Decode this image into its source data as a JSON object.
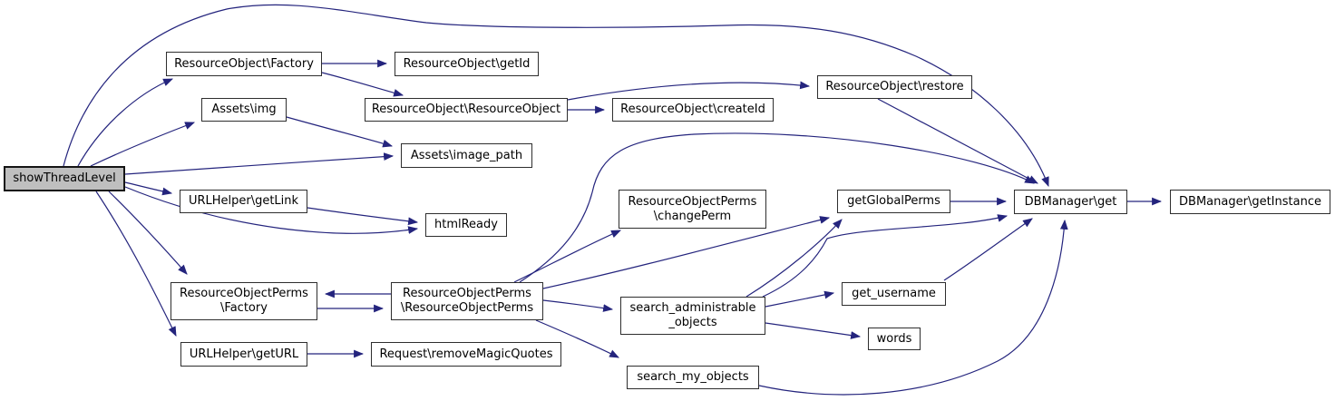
{
  "diagram": {
    "title": "showThreadLevel call graph",
    "type": "call-graph",
    "colors": {
      "edge": "#24247d",
      "node_fill": "#ffffff",
      "node_border": "#2e2e2e",
      "highlight_fill": "#bfbfbf",
      "text": "#000000"
    },
    "nodes": [
      {
        "id": "show-thread-level",
        "label": "showThreadLevel",
        "highlighted": true
      },
      {
        "id": "ro-factory",
        "label": "ResourceObject\\Factory",
        "highlighted": false
      },
      {
        "id": "ro-getid",
        "label": "ResourceObject\\getId",
        "highlighted": false
      },
      {
        "id": "assets-img",
        "label": "Assets\\img",
        "highlighted": false
      },
      {
        "id": "ro-resourceobject",
        "label": "ResourceObject\\ResourceObject",
        "highlighted": false
      },
      {
        "id": "ro-createid",
        "label": "ResourceObject\\createId",
        "highlighted": false
      },
      {
        "id": "ro-restore",
        "label": "ResourceObject\\restore",
        "highlighted": false
      },
      {
        "id": "assets-image-path",
        "label": "Assets\\image_path",
        "highlighted": false
      },
      {
        "id": "url-getlink",
        "label": "URLHelper\\getLink",
        "highlighted": false
      },
      {
        "id": "html-ready",
        "label": "htmlReady",
        "highlighted": false
      },
      {
        "id": "rop-changeperm",
        "label": "ResourceObjectPerms\n\\changePerm",
        "highlighted": false
      },
      {
        "id": "get-global-perms",
        "label": "getGlobalPerms",
        "highlighted": false
      },
      {
        "id": "dbm-get",
        "label": "DBManager\\get",
        "highlighted": false
      },
      {
        "id": "dbm-getinstance",
        "label": "DBManager\\getInstance",
        "highlighted": false
      },
      {
        "id": "rop-factory",
        "label": "ResourceObjectPerms\n\\Factory",
        "highlighted": false
      },
      {
        "id": "rop-resourceobjectperms",
        "label": "ResourceObjectPerms\n\\ResourceObjectPerms",
        "highlighted": false
      },
      {
        "id": "url-geturl",
        "label": "URLHelper\\getURL",
        "highlighted": false
      },
      {
        "id": "request-removemagicquotes",
        "label": "Request\\removeMagicQuotes",
        "highlighted": false
      },
      {
        "id": "search-administrable-objects",
        "label": "search_administrable\n_objects",
        "highlighted": false
      },
      {
        "id": "get-username",
        "label": "get_username",
        "highlighted": false
      },
      {
        "id": "words",
        "label": "words",
        "highlighted": false
      },
      {
        "id": "search-my-objects",
        "label": "search_my_objects",
        "highlighted": false
      }
    ],
    "edges": [
      {
        "from": "show-thread-level",
        "to": "dbm-get"
      },
      {
        "from": "show-thread-level",
        "to": "ro-factory"
      },
      {
        "from": "show-thread-level",
        "to": "assets-img"
      },
      {
        "from": "show-thread-level",
        "to": "assets-image-path"
      },
      {
        "from": "show-thread-level",
        "to": "url-getlink"
      },
      {
        "from": "show-thread-level",
        "to": "html-ready"
      },
      {
        "from": "show-thread-level",
        "to": "rop-factory"
      },
      {
        "from": "show-thread-level",
        "to": "url-geturl"
      },
      {
        "from": "url-getlink",
        "to": "html-ready"
      },
      {
        "from": "ro-factory",
        "to": "ro-getid"
      },
      {
        "from": "ro-factory",
        "to": "ro-resourceobject"
      },
      {
        "from": "ro-resourceobject",
        "to": "ro-createid"
      },
      {
        "from": "ro-resourceobject",
        "to": "ro-restore"
      },
      {
        "from": "ro-restore",
        "to": "dbm-get"
      },
      {
        "from": "assets-img",
        "to": "assets-image-path"
      },
      {
        "from": "url-geturl",
        "to": "request-removemagicquotes"
      },
      {
        "from": "rop-factory",
        "to": "rop-resourceobjectperms"
      },
      {
        "from": "rop-resourceobjectperms",
        "to": "rop-factory"
      },
      {
        "from": "rop-resourceobjectperms",
        "to": "rop-changeperm"
      },
      {
        "from": "rop-resourceobjectperms",
        "to": "get-global-perms"
      },
      {
        "from": "rop-resourceobjectperms",
        "to": "dbm-get"
      },
      {
        "from": "rop-resourceobjectperms",
        "to": "search-administrable-objects"
      },
      {
        "from": "rop-resourceobjectperms",
        "to": "search-my-objects"
      },
      {
        "from": "search-administrable-objects",
        "to": "get-global-perms"
      },
      {
        "from": "search-administrable-objects",
        "to": "dbm-get"
      },
      {
        "from": "search-administrable-objects",
        "to": "get-username"
      },
      {
        "from": "search-administrable-objects",
        "to": "words"
      },
      {
        "from": "get-username",
        "to": "dbm-get"
      },
      {
        "from": "search-my-objects",
        "to": "dbm-get"
      },
      {
        "from": "get-global-perms",
        "to": "dbm-get"
      },
      {
        "from": "dbm-get",
        "to": "dbm-getinstance"
      }
    ]
  }
}
